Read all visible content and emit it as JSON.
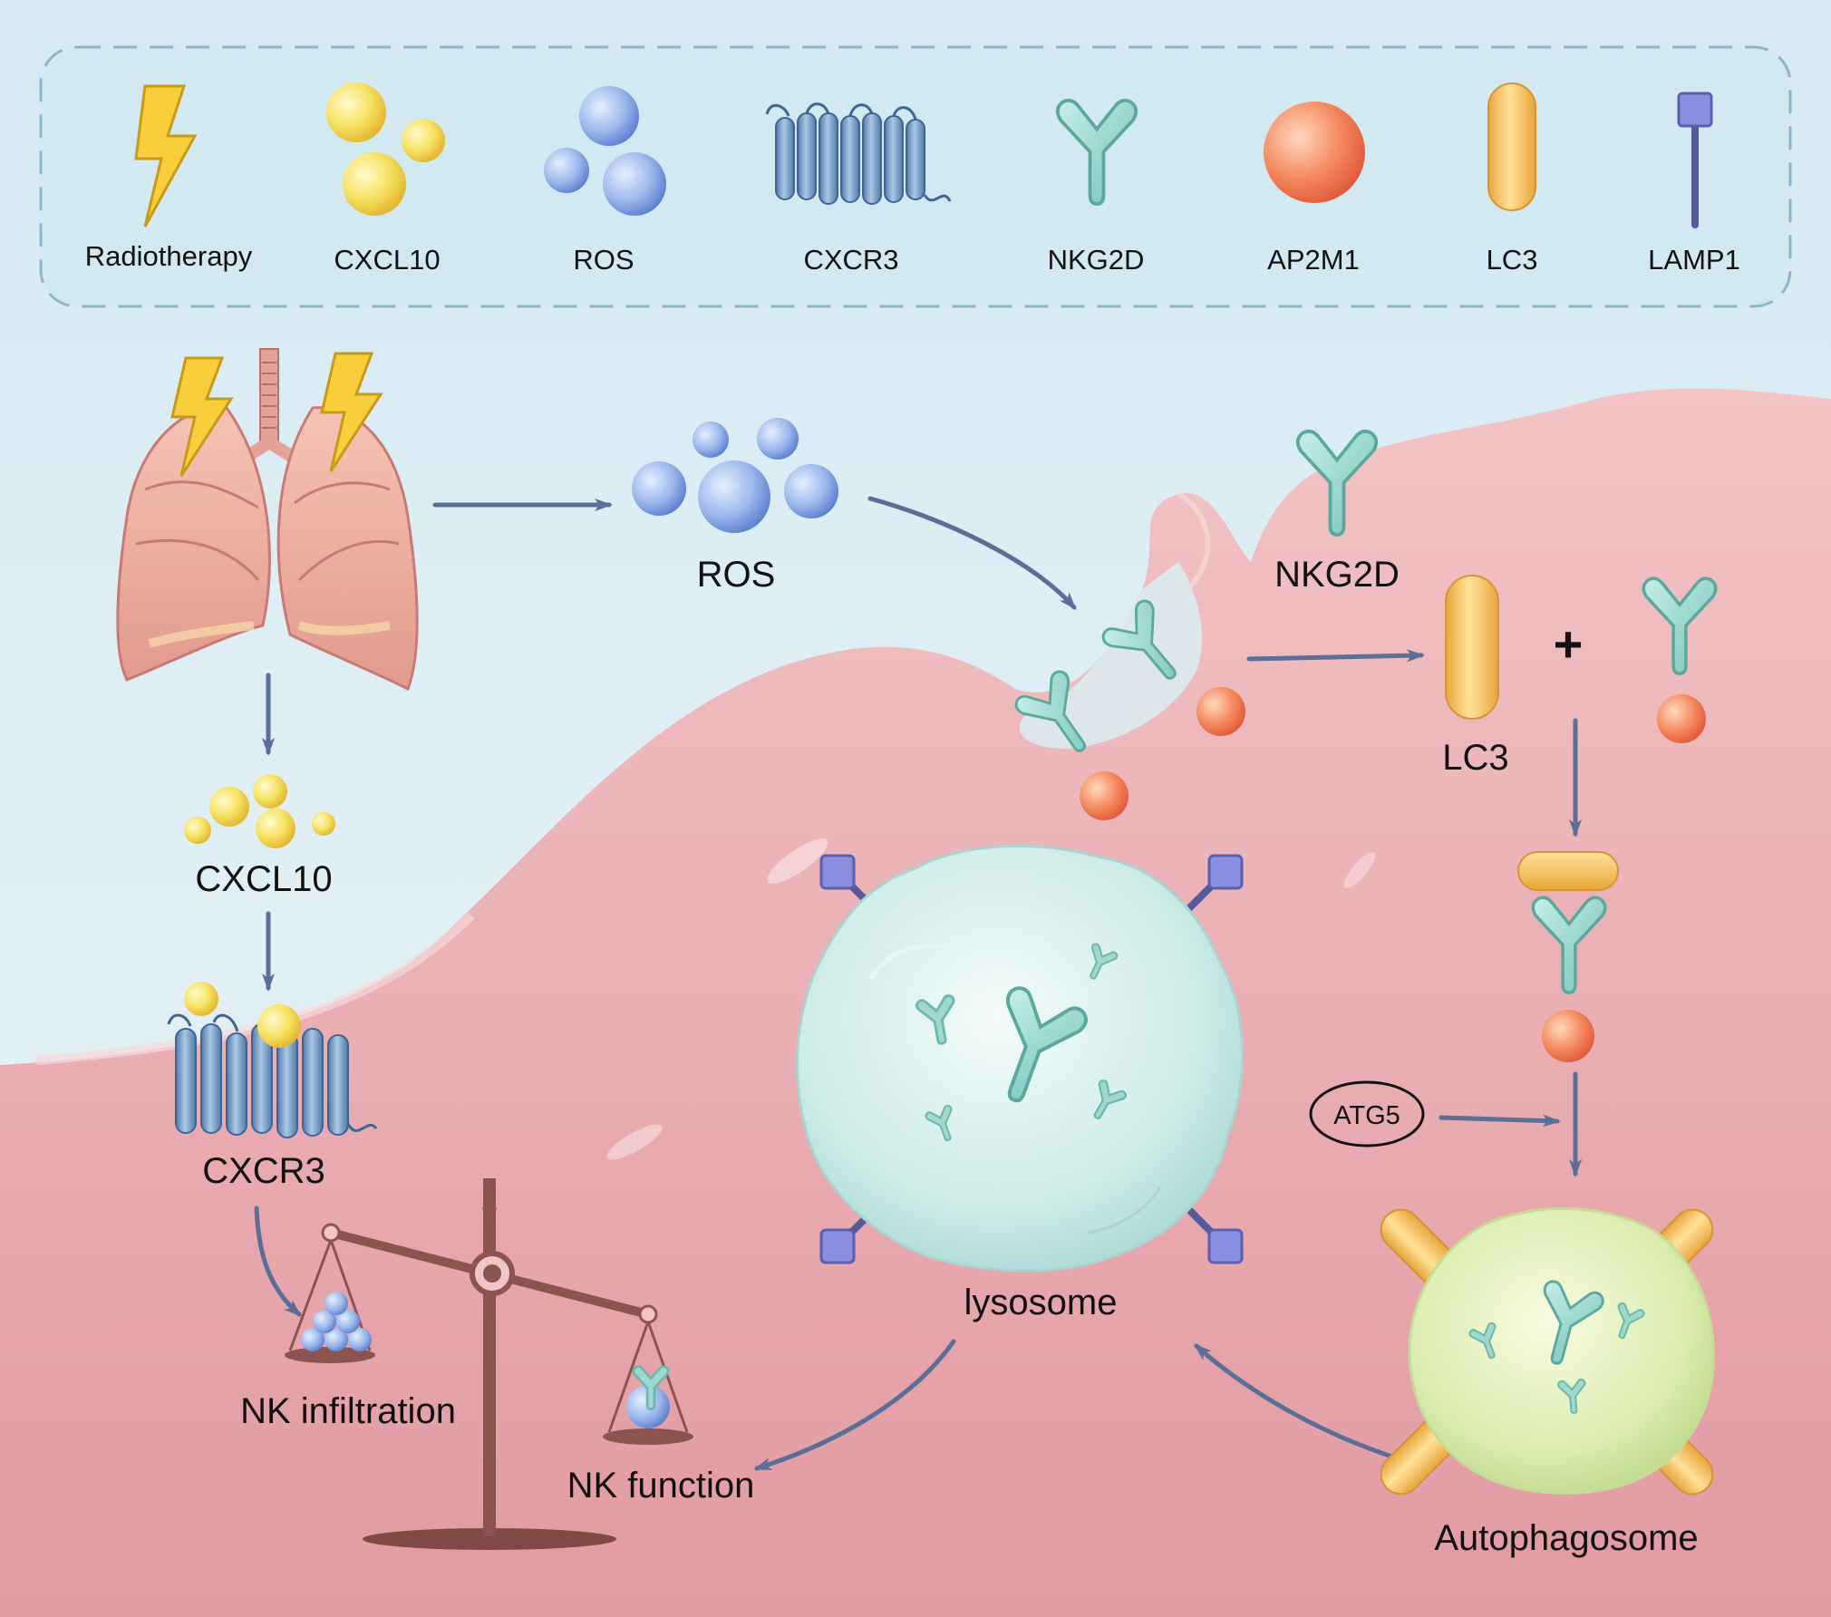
{
  "legend": {
    "items": [
      {
        "label": "Radiotherapy",
        "icon": "lightning-bolt-icon"
      },
      {
        "label": "CXCL10",
        "icon": "yellow-spheres-icon"
      },
      {
        "label": "ROS",
        "icon": "blue-spheres-icon"
      },
      {
        "label": "CXCR3",
        "icon": "transmembrane-receptor-icon"
      },
      {
        "label": "NKG2D",
        "icon": "y-shaped-receptor-icon"
      },
      {
        "label": "AP2M1",
        "icon": "orange-sphere-icon"
      },
      {
        "label": "LC3",
        "icon": "yellow-capsule-icon"
      },
      {
        "label": "LAMP1",
        "icon": "lollipop-protein-icon"
      }
    ]
  },
  "labels": {
    "ros": "ROS",
    "nkg2d": "NKG2D",
    "lc3": "LC3",
    "plus": "+",
    "cxcl10": "CXCL10",
    "cxcr3": "CXCR3",
    "atg5": "ATG5",
    "lysosome": "lysosome",
    "autophagosome": "Autophagosome",
    "nk_infiltration": "NK infiltration",
    "nk_function": "NK function"
  },
  "colors": {
    "background_top": "#dcedf3",
    "cell_body": "#e8a9ae",
    "arrow": "#5a6e98",
    "ros_blue": "#8fb0e6",
    "cxcl10_yellow": "#f4de5c",
    "nkg2d_teal": "#8fd0c7",
    "ap2m1_orange": "#f07d55",
    "lc3_yellow": "#f4bd5a",
    "lamp1_purple": "#7b80d6",
    "scale_brown": "#8c544f"
  }
}
